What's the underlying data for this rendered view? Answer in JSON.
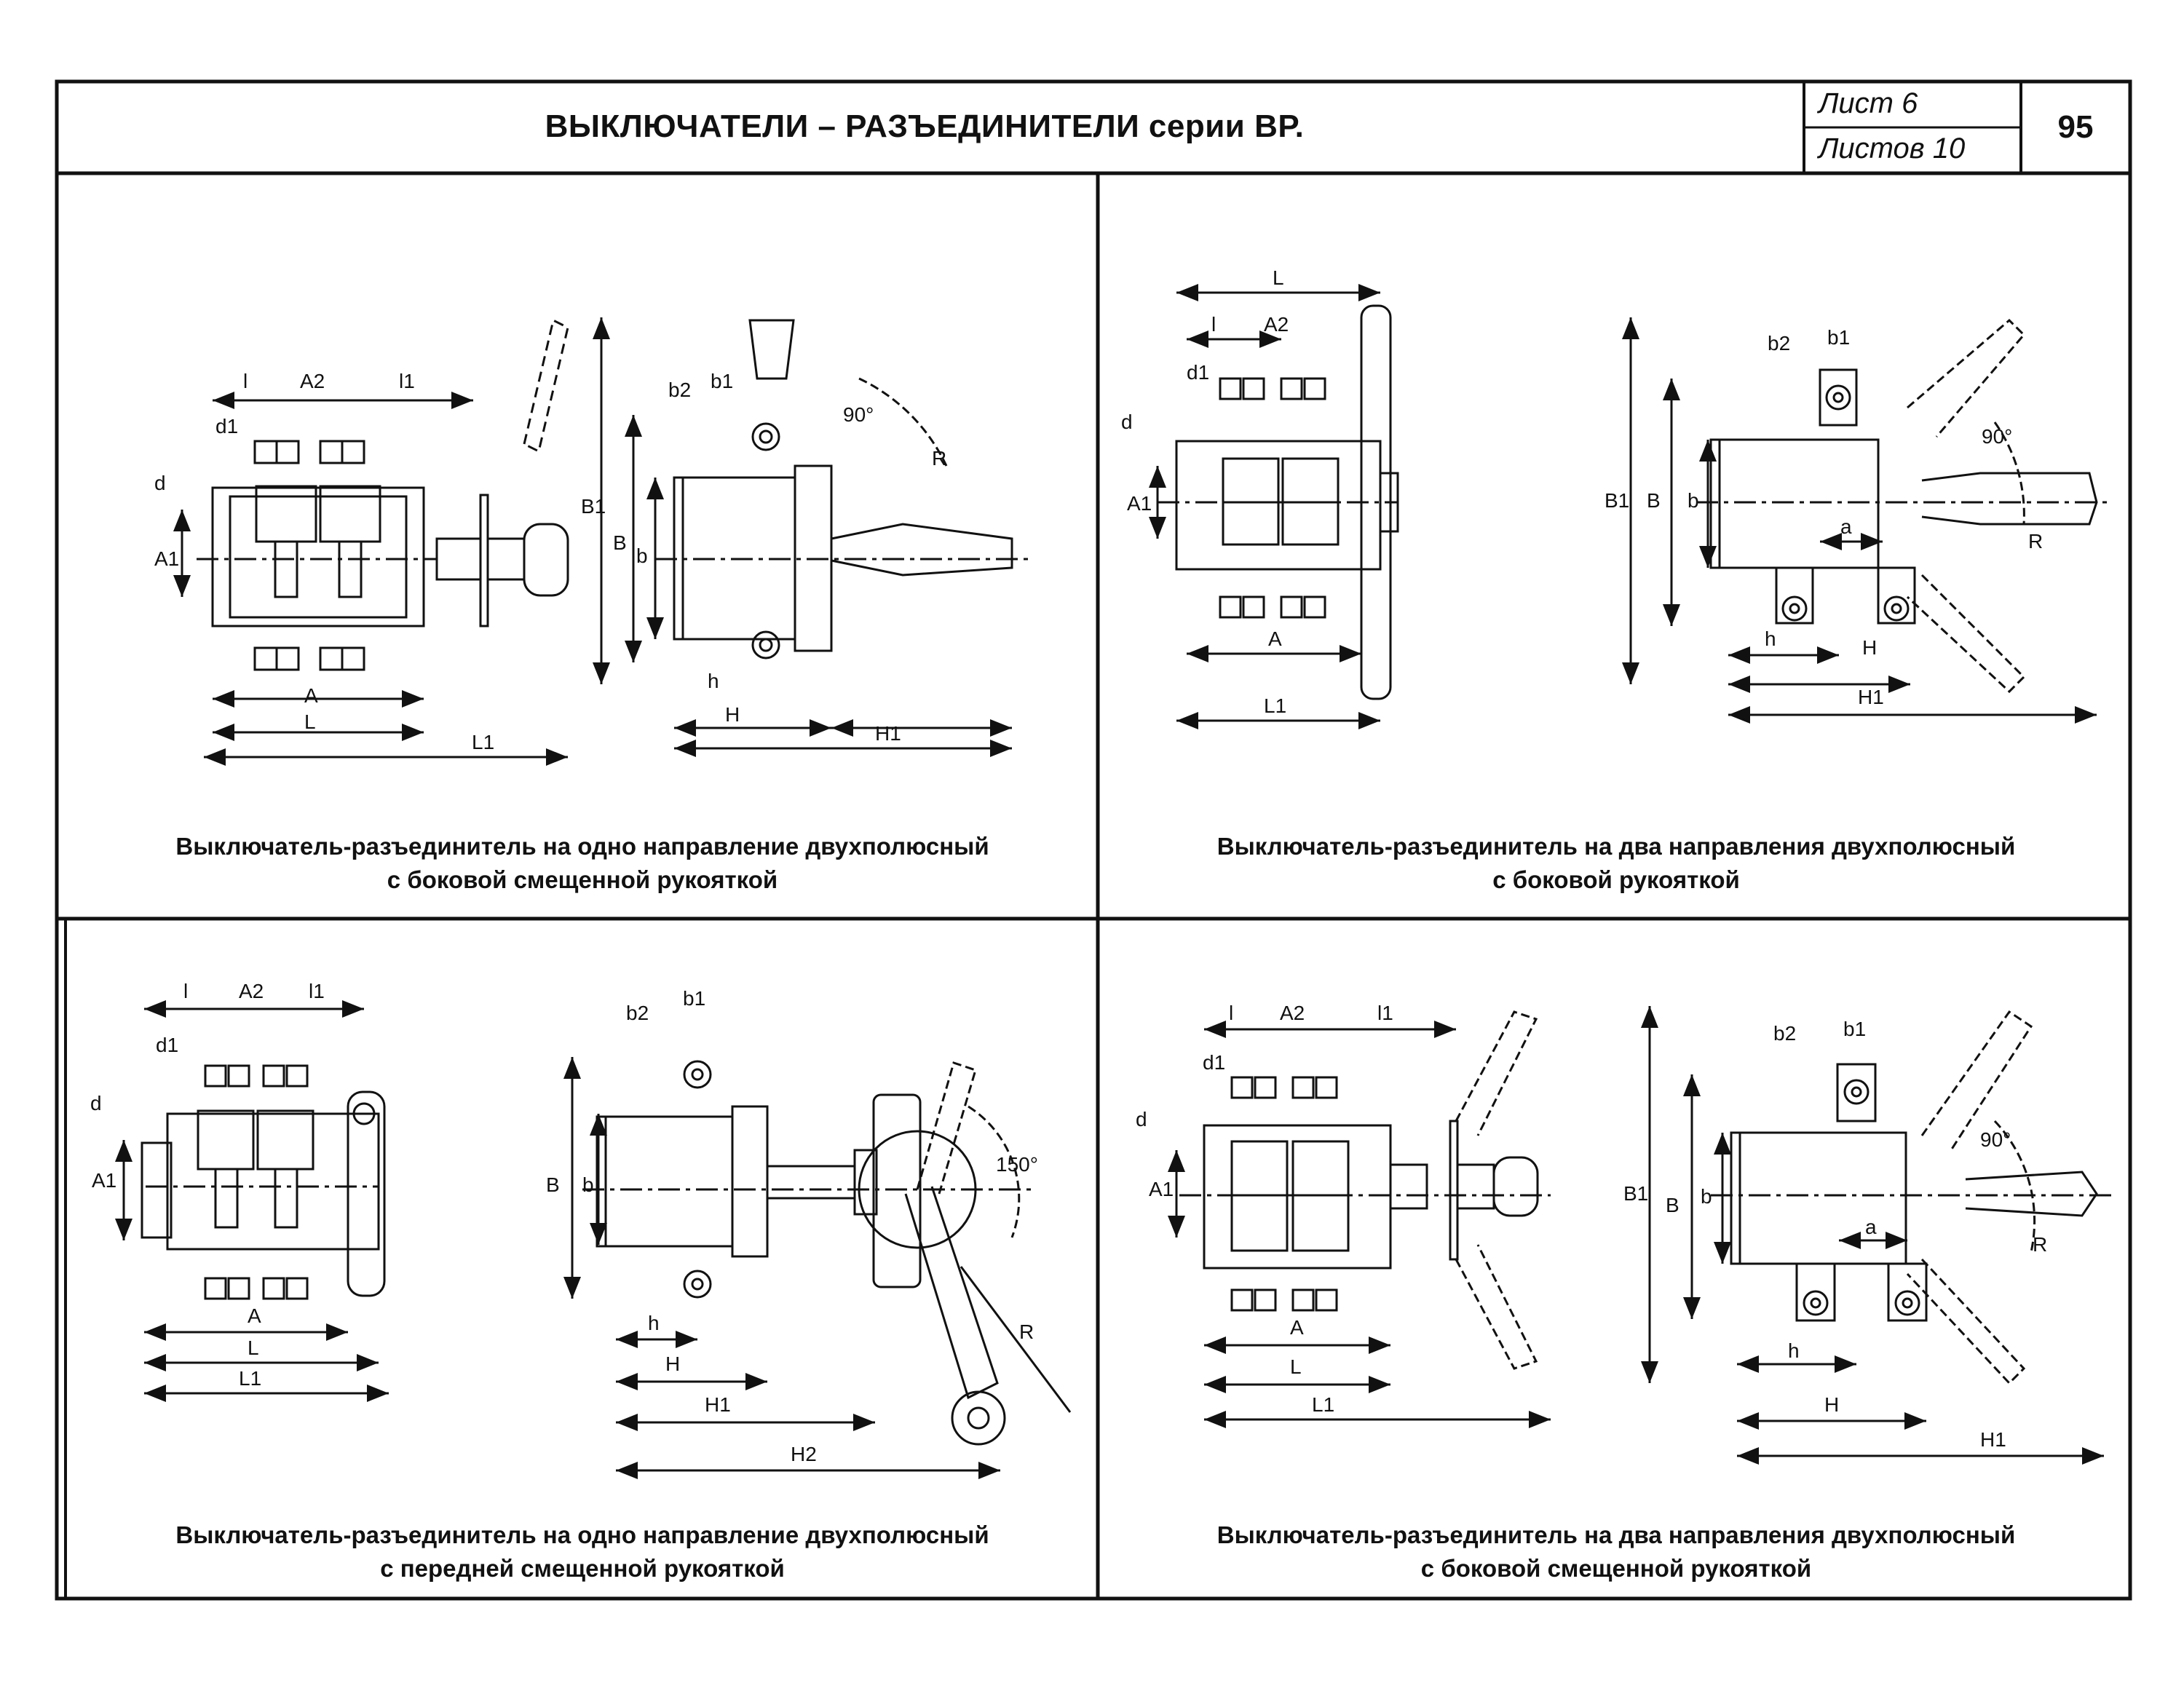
{
  "header": {
    "title": "ВЫКЛЮЧАТЕЛИ – РАЗЪЕДИНИТЕЛИ серии   ВР.",
    "sheet_label": "Лист  6",
    "sheets_label": "Листов  10",
    "page_number": "95"
  },
  "panels": [
    {
      "caption_line1": "Выключатель-разъединитель на одно направление двухполюсный",
      "caption_line2": "с боковой смещенной рукояткой",
      "front_labels": {
        "l": "l",
        "A2": "A2",
        "l1": "l1",
        "d1": "d1",
        "d": "d",
        "A1": "A1",
        "A": "A",
        "L": "L",
        "L1": "L1"
      },
      "side_labels": {
        "b2": "b2",
        "b1": "b1",
        "angle": "90°",
        "R": "R",
        "B1": "B1",
        "B": "B",
        "b": "b",
        "h": "h",
        "H": "H",
        "H1": "H1"
      }
    },
    {
      "caption_line1": "Выключатель-разъединитель на два направления двухполюсный",
      "caption_line2": "с боковой рукояткой",
      "front_labels": {
        "L": "L",
        "l": "l",
        "A2": "A2",
        "d1": "d1",
        "d": "d",
        "A1": "A1",
        "A": "A",
        "L1": "L1"
      },
      "side_labels": {
        "b2": "b2",
        "b1": "b1",
        "angle": "90°",
        "R": "R",
        "B1": "B1",
        "B": "B",
        "b": "b",
        "a": "a",
        "h": "h",
        "H": "H",
        "H1": "H1"
      }
    },
    {
      "caption_line1": "Выключатель-разъединитель на одно направление двухполюсный",
      "caption_line2": "с передней смещенной рукояткой",
      "front_labels": {
        "l": "l",
        "A2": "A2",
        "l1": "l1",
        "d1": "d1",
        "d": "d",
        "A1": "A1",
        "A": "A",
        "L": "L",
        "L1": "L1"
      },
      "side_labels": {
        "b2": "b2",
        "b1": "b1",
        "angle": "150°",
        "R": "R",
        "B": "B",
        "b": "b",
        "h": "h",
        "H": "H",
        "H1": "H1",
        "H2": "H2"
      }
    },
    {
      "caption_line1": "Выключатель-разъединитель на два направления двухполюсный",
      "caption_line2": "с боковой смещенной рукояткой",
      "front_labels": {
        "l": "l",
        "A2": "A2",
        "l1": "l1",
        "d1": "d1",
        "d": "d",
        "A1": "A1",
        "A": "A",
        "L": "L",
        "L1": "L1"
      },
      "side_labels": {
        "b2": "b2",
        "b1": "b1",
        "angle": "90°",
        "R": "R",
        "B1": "B1",
        "B": "B",
        "b": "b",
        "a": "a",
        "h": "h",
        "H": "H",
        "H1": "H1"
      }
    }
  ]
}
